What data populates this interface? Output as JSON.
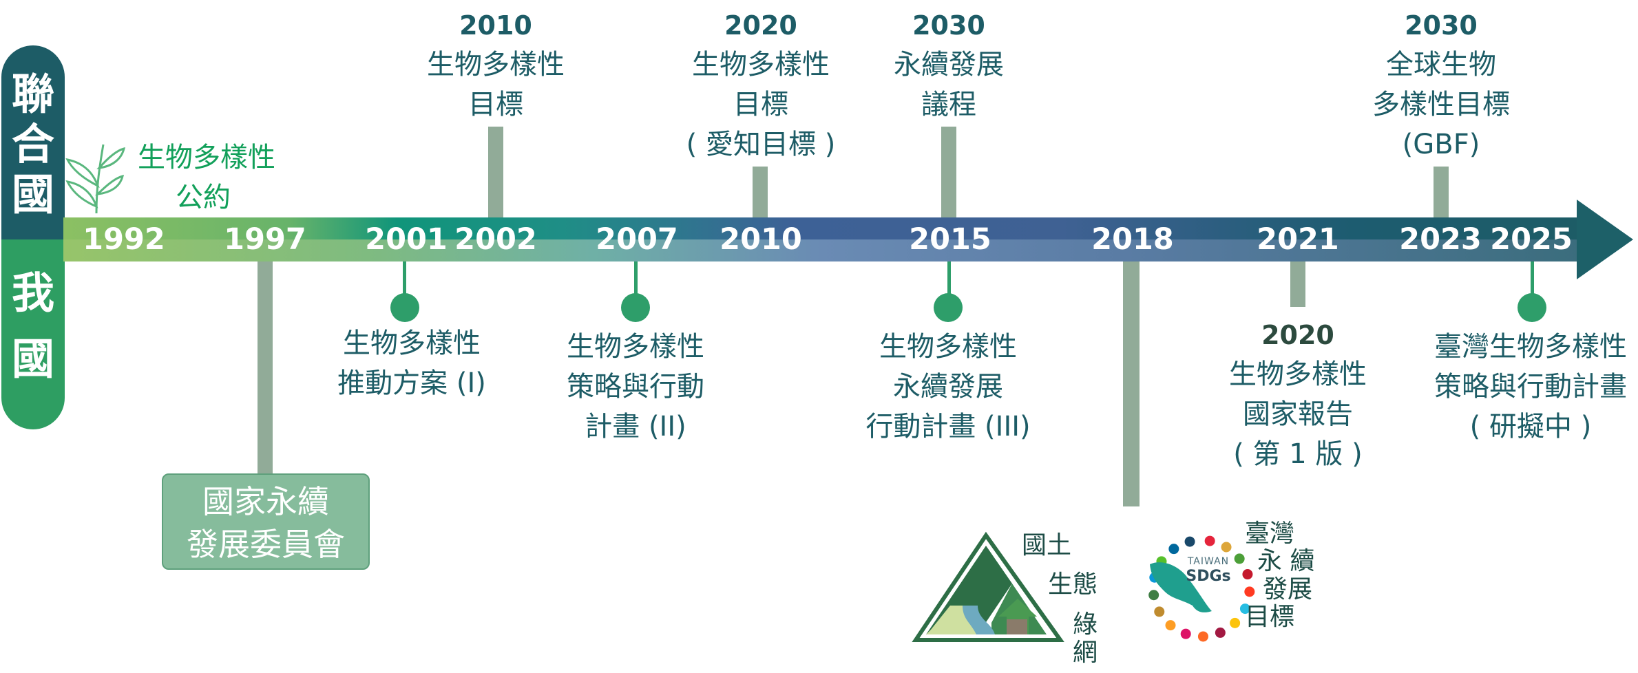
{
  "sides": {
    "un": [
      "聯",
      "合",
      "國"
    ],
    "tw": [
      "我",
      "國"
    ],
    "un_color": "#1d5c66",
    "tw_color": "#2e9e62"
  },
  "cbd": {
    "lines": [
      "生物多樣性",
      "公約"
    ]
  },
  "years": [
    "1992",
    "1997",
    "2001",
    "2002",
    "2007",
    "2010",
    "2015",
    "2018",
    "2021",
    "2023",
    "2025"
  ],
  "top_events": [
    {
      "year": "2010",
      "lines": [
        "生物多樣性",
        "目標"
      ]
    },
    {
      "year": "2020",
      "lines": [
        "生物多樣性",
        "目標",
        "( 愛知目標 )"
      ]
    },
    {
      "year": "2030",
      "lines": [
        "永續發展",
        "議程"
      ]
    },
    {
      "year": "2030",
      "lines": [
        "全球生物",
        "多樣性目標",
        "(GBF)"
      ]
    }
  ],
  "bottom_events": [
    {
      "lines": [
        "生物多樣性",
        "推動方案 (I)"
      ]
    },
    {
      "lines": [
        "生物多樣性",
        "策略與行動",
        "計畫 (II)"
      ]
    },
    {
      "lines": [
        "生物多樣性",
        "永續發展",
        "行動計畫 (III)"
      ]
    },
    {
      "year": "2020",
      "lines": [
        "生物多樣性",
        "國家報告",
        "( 第 1 版 )"
      ]
    },
    {
      "lines": [
        "臺灣生物多樣性",
        "策略與行動計畫",
        "( 研擬中 )"
      ]
    }
  ],
  "council": {
    "lines": [
      "國家永續",
      "發展委員會"
    ]
  },
  "logos": {
    "eco_network": [
      "國土",
      "生態",
      "綠網"
    ],
    "sdgs_badge": [
      "TAIWAN",
      "SDGs"
    ],
    "sdgs": [
      "臺灣",
      "永 續",
      "發展",
      "目標"
    ]
  },
  "colors": {
    "bar_green": "#8cc063",
    "bar_teal": "#14927a",
    "bar_blue": "#3f6193",
    "bar_dark": "#1d5c66",
    "connector": "#91ab98",
    "dot": "#2e9e6a"
  }
}
